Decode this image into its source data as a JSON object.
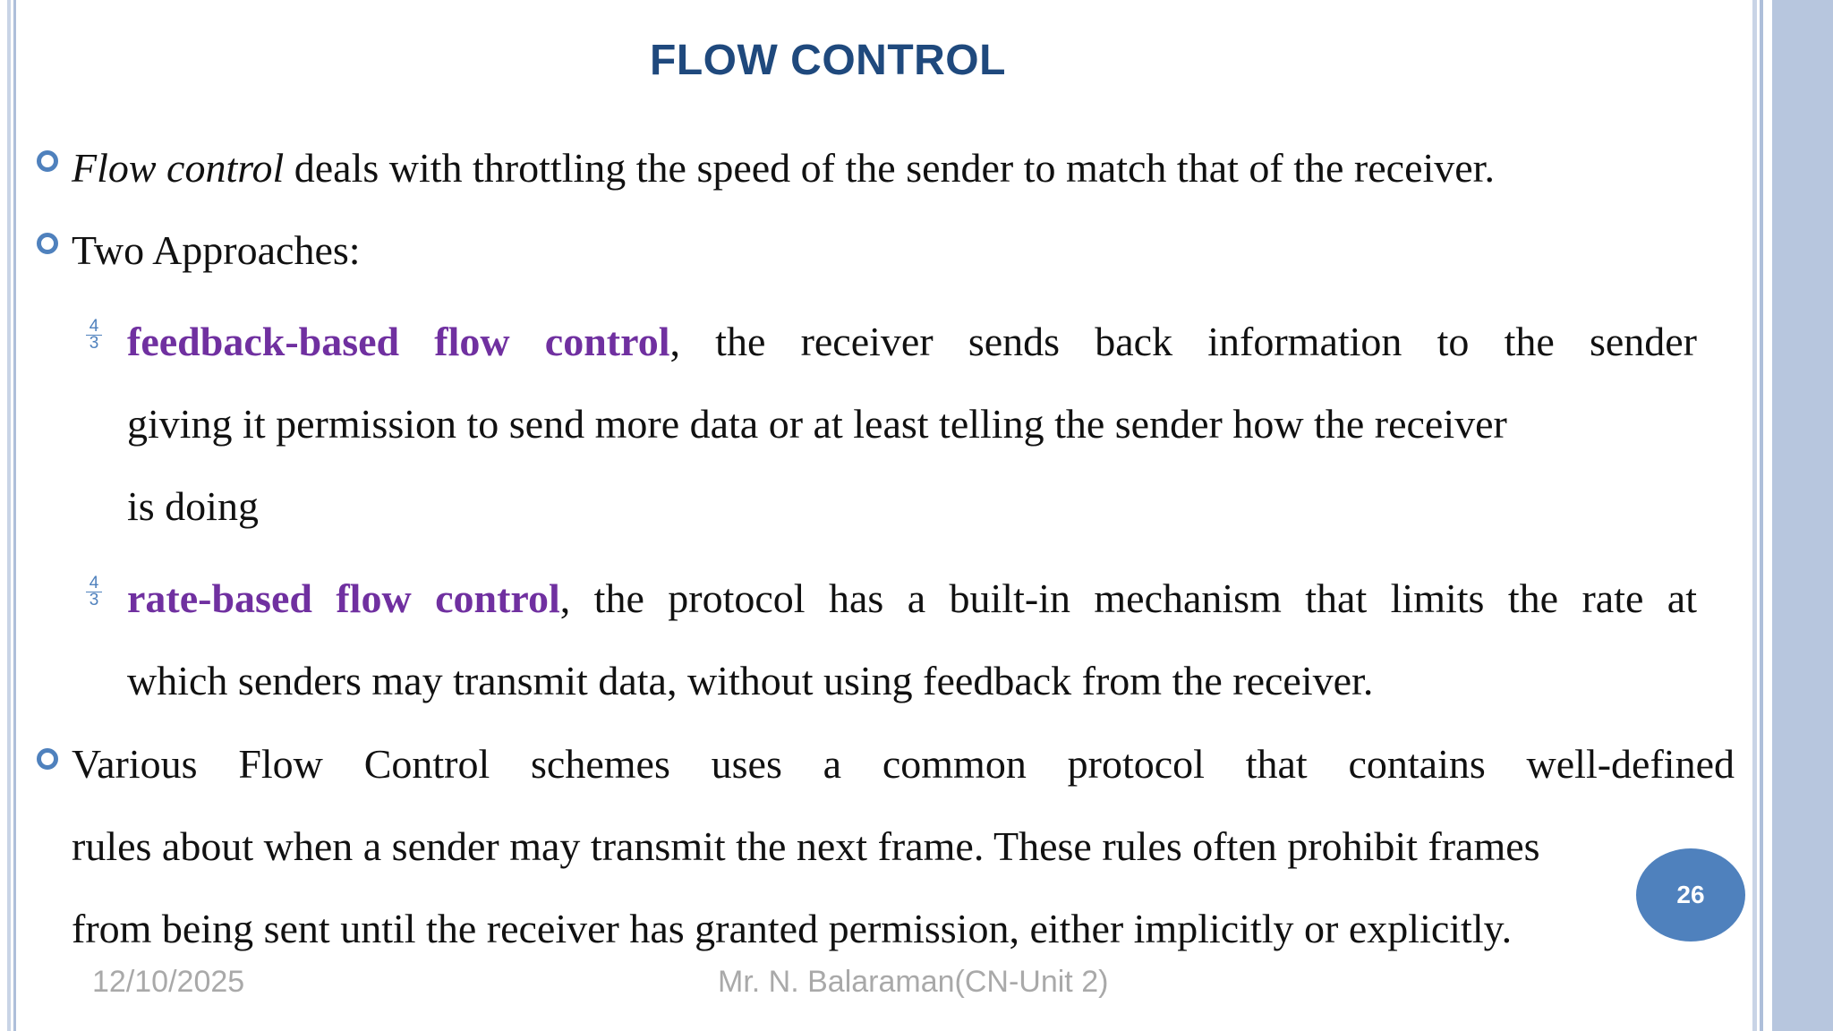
{
  "slide": {
    "title": "FLOW CONTROL",
    "bullet1": {
      "italic": "Flow control",
      "rest": " deals with throttling the speed of the sender to  match that of the receiver."
    },
    "bullet2": "Two Approaches:",
    "sub1": {
      "bold": "feedback-based flow control",
      "line1_rest": ", the receiver sends back information  to the sender",
      "line2": "giving it permission to send more data or at least  telling the sender how the receiver",
      "line3": "is doing"
    },
    "sub2": {
      "bold": "rate-based flow control",
      "line1_rest": ", the protocol has a built-in mechanism  that limits the rate at",
      "line2": "which senders may transmit data, without  using feedback from the receiver."
    },
    "bullet3": {
      "line1": "Various   Flow Control schemes uses a common protocol that   contains  well-defined",
      "line2": "rules about when a sender may transmit  the next frame. These rules often prohibit frames",
      "line3": "from being  sent until the receiver has granted permission, either implicitly or explicitly."
    },
    "sub_bullet_glyph": {
      "numerator": "4",
      "denominator": "3"
    }
  },
  "footer": {
    "date": "12/10/2025",
    "author": "Mr. N. Balaraman(CN-Unit 2)",
    "page_number": "26"
  },
  "colors": {
    "title": "#1f497d",
    "accent": "#4f81bd",
    "highlight": "#7030a0",
    "footer_text": "#a9a9a9"
  }
}
